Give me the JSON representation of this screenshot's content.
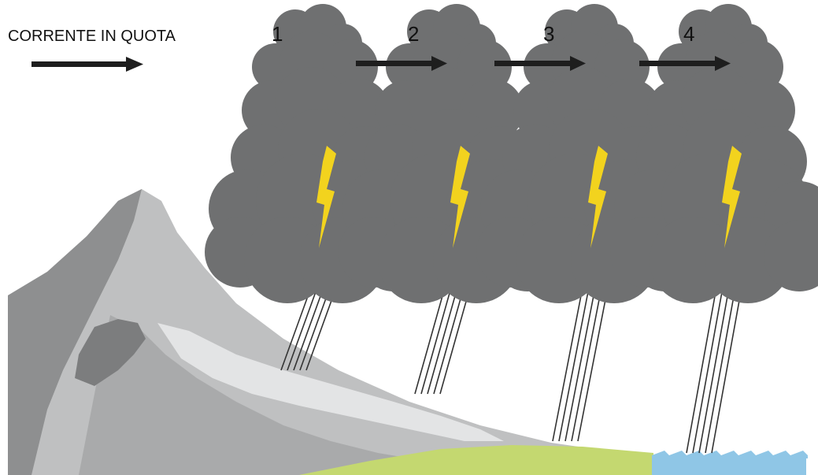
{
  "caption": "CORRENTE IN QUOTA",
  "cells": [
    {
      "number": "1"
    },
    {
      "number": "2"
    },
    {
      "number": "3"
    },
    {
      "number": "4"
    }
  ],
  "colors": {
    "cloud": "#6f7071",
    "lightning": "#f2d31e",
    "mountain_dark": "#8d8e8f",
    "mountain_mid": "#b6b7b8",
    "mountain_light": "#cfd0d1",
    "glacier": "#e2e3e4",
    "meadow": "#c4d870",
    "lake": "#8fc6e6",
    "arrow": "#1e1e1e",
    "rain": "#333333"
  }
}
